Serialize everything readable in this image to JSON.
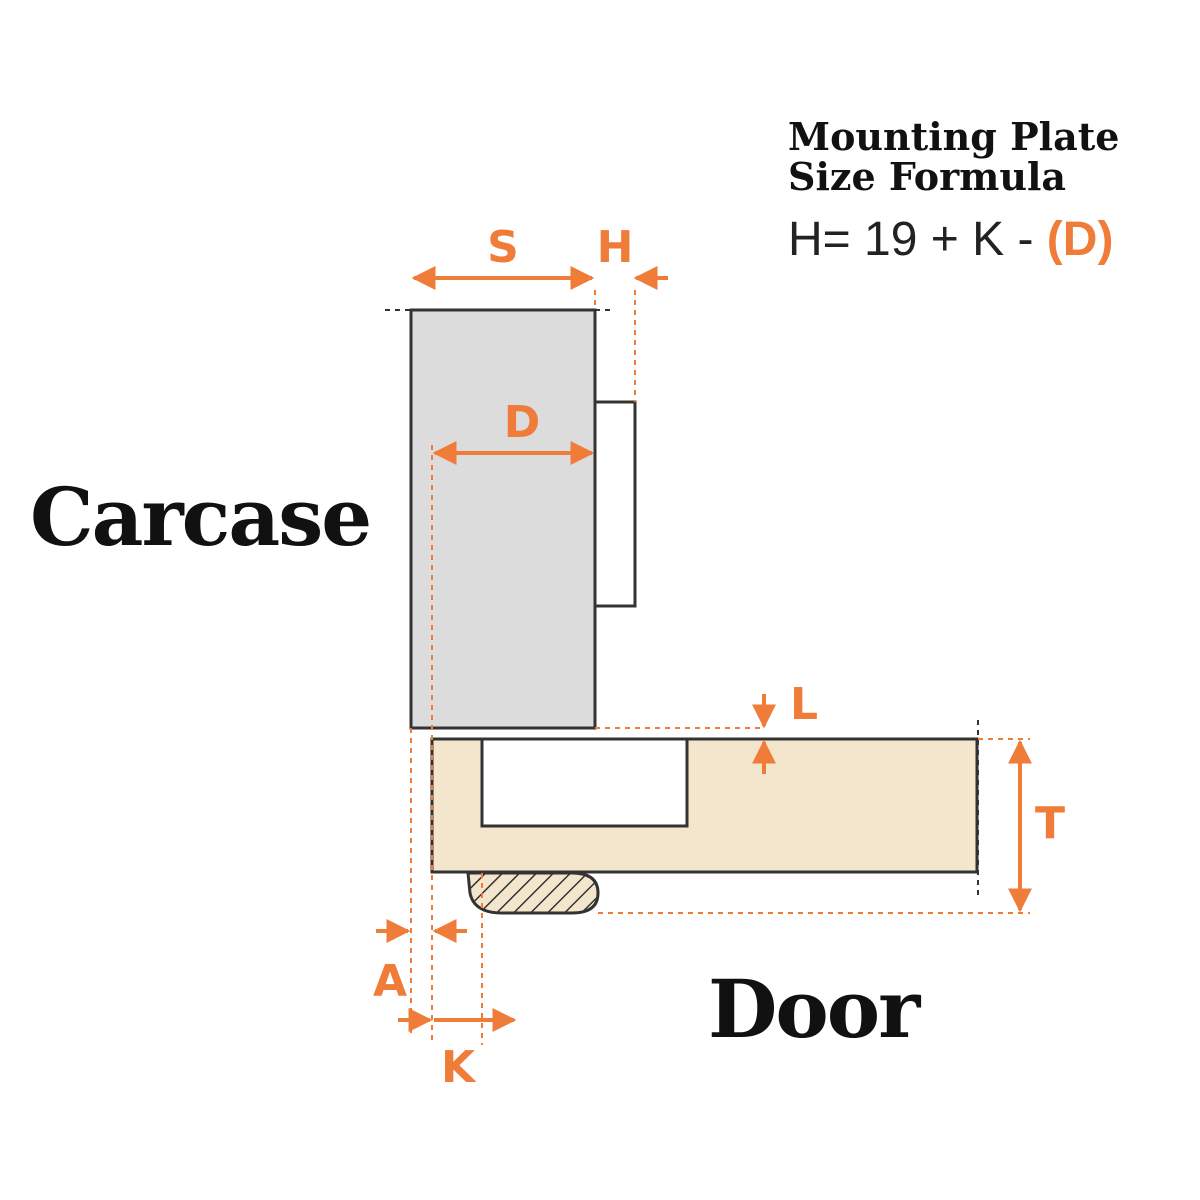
{
  "title": {
    "line1": "Mounting Plate",
    "line2": "Size Formula"
  },
  "formula": {
    "prefix": "H= 19 + K - ",
    "highlight": "(D)"
  },
  "labels": {
    "carcase": "Carcase",
    "door": "Door"
  },
  "dimensions": {
    "S": "S",
    "H": "H",
    "D": "D",
    "L": "L",
    "T": "T",
    "A": "A",
    "K": "K"
  },
  "colors": {
    "accent": "#f07c3a",
    "carcase_fill": "#dcdcdc",
    "door_fill": "#f3e6cc",
    "outline": "#333333",
    "text": "#111111"
  }
}
